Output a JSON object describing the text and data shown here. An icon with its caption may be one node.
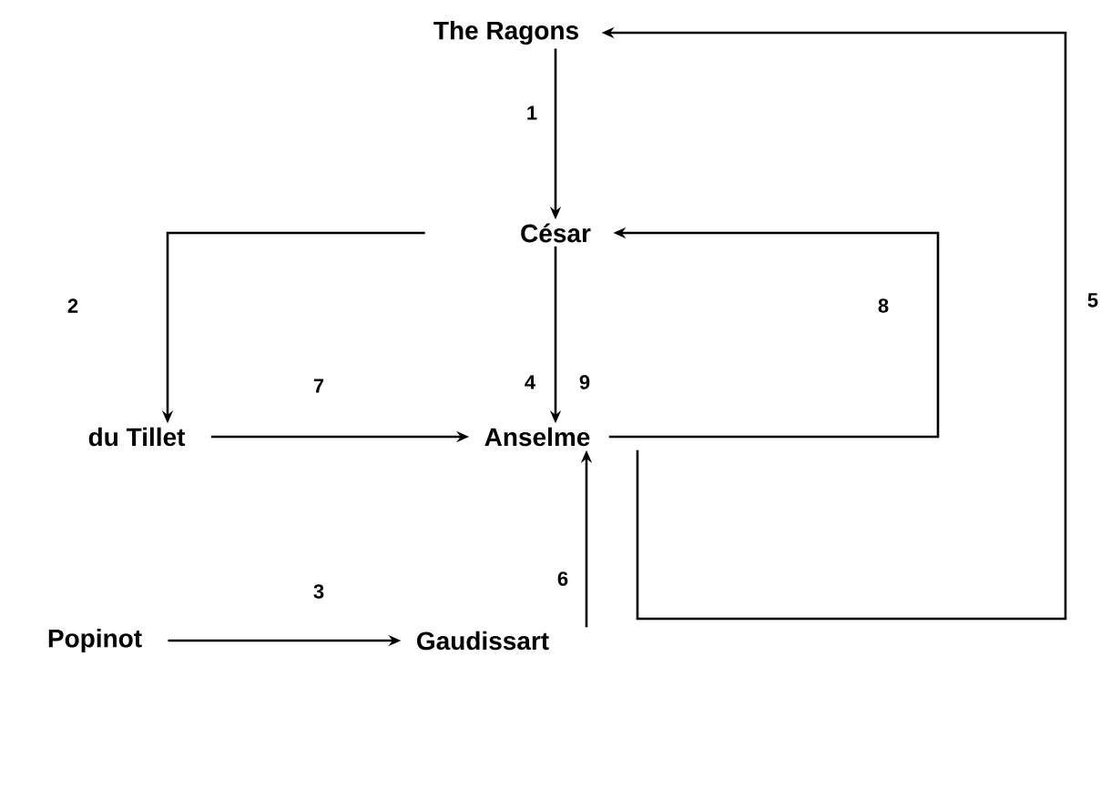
{
  "diagram": {
    "nodes": [
      {
        "text": [
          "The Ragons"
        ]
      },
      {
        "text": [
          "César"
        ]
      },
      {
        "text": [
          "du Tillet"
        ]
      },
      {
        "text": [
          "Anselme"
        ]
      },
      {
        "text": [
          "Popinot"
        ]
      },
      {
        "text": [
          "Gaudissart"
        ]
      }
    ],
    "edges": [
      {
        "from": 0,
        "to": 1,
        "arrow": "to",
        "label": "1"
      },
      {
        "from": 1,
        "to": 2,
        "arrow": "to",
        "label": "2"
      },
      {
        "from": 4,
        "to": 5,
        "arrow": "to",
        "label": "3"
      },
      {
        "from": 1,
        "to": 3,
        "arrow": "to",
        "label": "4"
      },
      {
        "from": 3,
        "to": 0,
        "arrow": "to",
        "label": "5"
      },
      {
        "from": 5,
        "to": 3,
        "arrow": "to",
        "label": "6"
      },
      {
        "from": 2,
        "to": 3,
        "arrow": "to",
        "label": "7"
      },
      {
        "from": 3,
        "to": 1,
        "arrow": "to",
        "label": "8"
      }
    ],
    "labels": [
      "9"
    ]
  }
}
